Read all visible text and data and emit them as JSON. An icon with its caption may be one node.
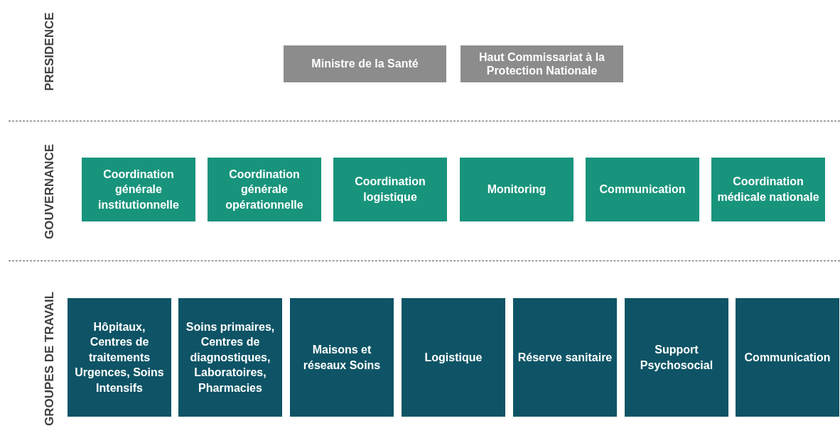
{
  "diagram": {
    "nodes": [
      {
        "text": [
          "Ministre de la Santé"
        ]
      },
      {
        "text": [
          "Haut Commissariat à la Protection Nationale"
        ]
      },
      {
        "text": [
          "Coordination générale institutionnelle"
        ]
      },
      {
        "text": [
          "Coordination générale opérationnelle"
        ]
      },
      {
        "text": [
          "Coordination logistique"
        ]
      },
      {
        "text": [
          "Monitoring"
        ]
      },
      {
        "text": [
          "Communication"
        ]
      },
      {
        "text": [
          "Coordination médicale nationale"
        ]
      },
      {
        "text": [
          "Hôpitaux, Centres de traitements Urgences, Soins Intensifs"
        ]
      },
      {
        "text": [
          "Soins primaires, Centres de diagnostiques, Laboratoires, Pharmacies"
        ]
      },
      {
        "text": [
          "Maisons et réseaux Soins"
        ]
      },
      {
        "text": [
          "Logistique"
        ]
      },
      {
        "text": [
          "Réserve sanitaire"
        ]
      },
      {
        "text": [
          "Support Psychosocial"
        ]
      },
      {
        "text": [
          "Communication"
        ]
      }
    ],
    "edges": [],
    "labels": [
      "PRESIDENCE",
      "GOUVERNANCE",
      "GROUPES DE TRAVAIL"
    ]
  }
}
